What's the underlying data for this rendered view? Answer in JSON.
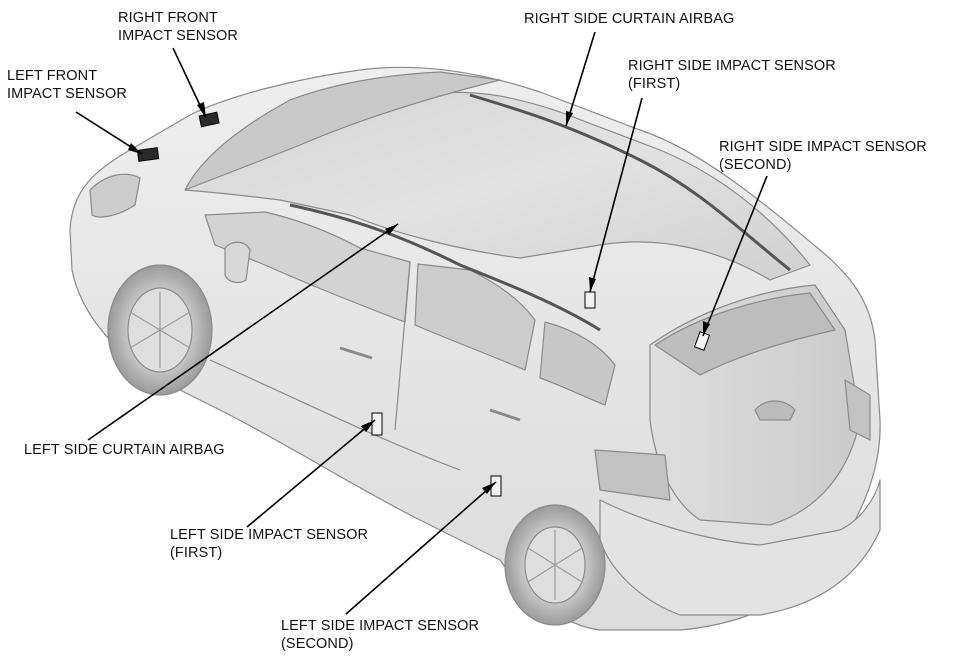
{
  "labels": {
    "right_front_impact_sensor": [
      "RIGHT FRONT",
      "IMPACT SENSOR"
    ],
    "left_front_impact_sensor": [
      "LEFT FRONT",
      "IMPACT SENSOR"
    ],
    "right_side_curtain_airbag": [
      "RIGHT SIDE CURTAIN AIRBAG"
    ],
    "right_side_impact_sensor_first": [
      "RIGHT SIDE IMPACT SENSOR",
      "(FIRST)"
    ],
    "right_side_impact_sensor_second": [
      "RIGHT SIDE IMPACT SENSOR",
      "(SECOND)"
    ],
    "left_side_curtain_airbag": [
      "LEFT SIDE CURTAIN AIRBAG"
    ],
    "left_side_impact_sensor_first": [
      "LEFT SIDE IMPACT SENSOR",
      "(FIRST)"
    ],
    "left_side_impact_sensor_second": [
      "LEFT SIDE IMPACT SENSOR",
      "(SECOND)"
    ]
  },
  "colors": {
    "body_fill": "#e9e9e9",
    "body_shade": "#d6d6d6",
    "glass": "#cfcfcf",
    "outline": "#7a7a7a",
    "leader": "#000000",
    "component": "#2a2a2a"
  }
}
